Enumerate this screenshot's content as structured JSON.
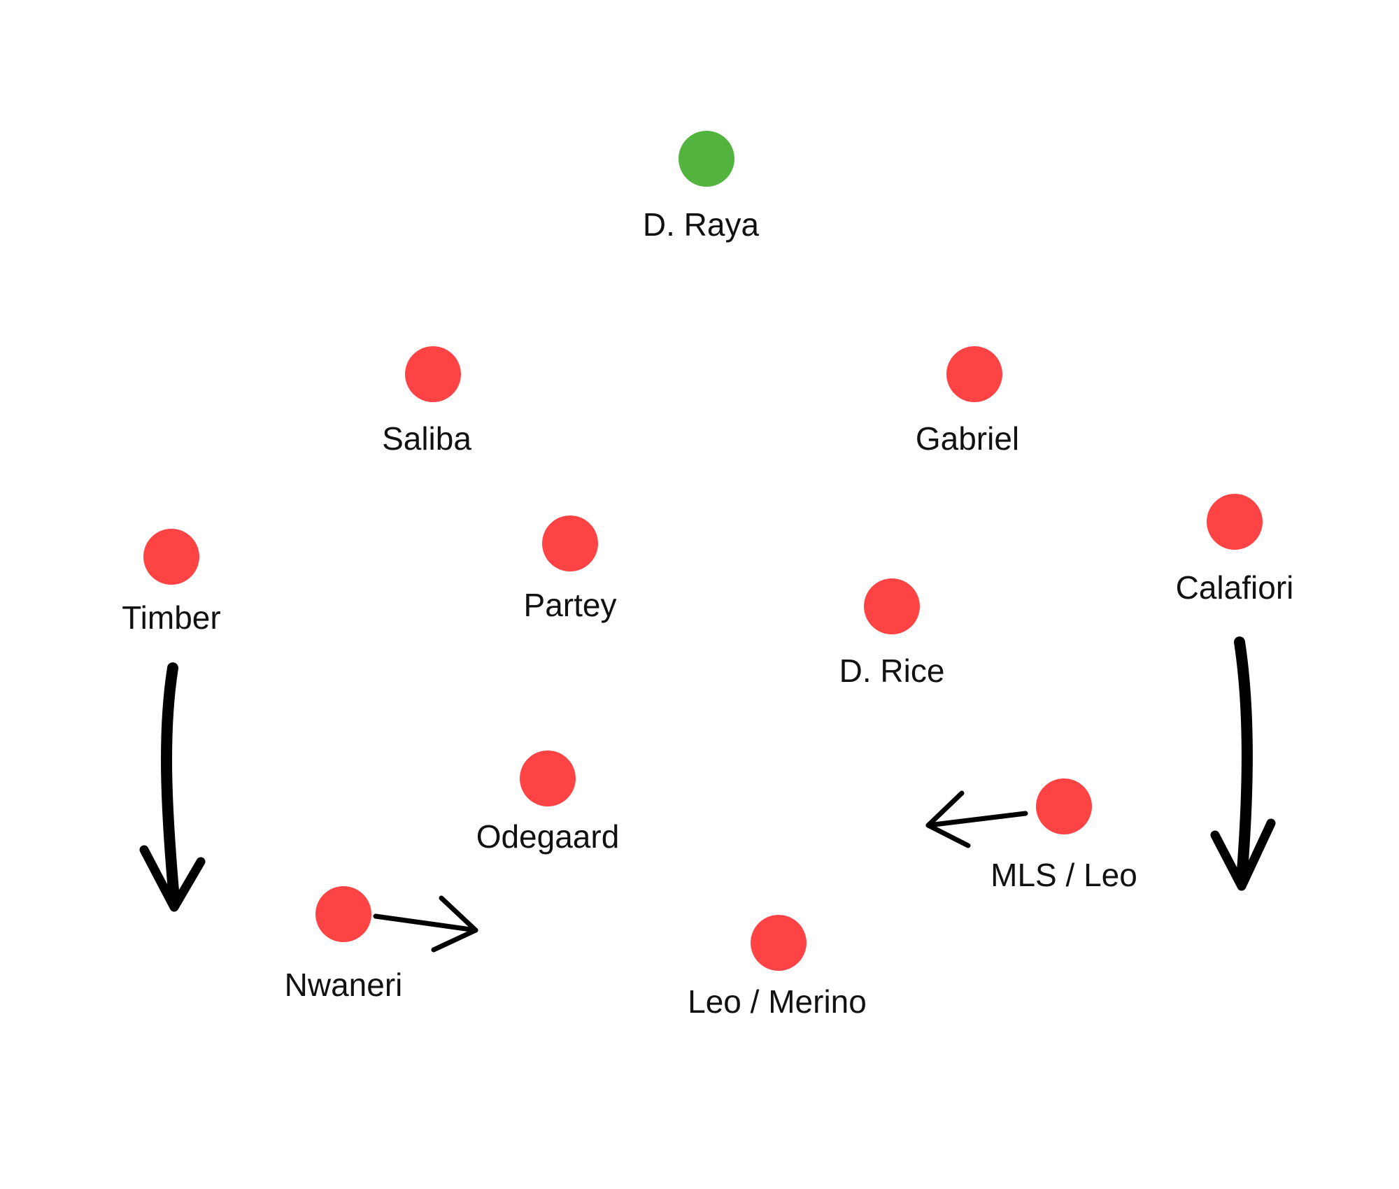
{
  "colors": {
    "goalkeeper": "#52b33f",
    "outfield": "#fe4345",
    "text": "#111111",
    "arrow": "#000000",
    "background": "#ffffff"
  },
  "players": [
    {
      "id": "raya",
      "name": "D. Raya",
      "role": "goalkeeper"
    },
    {
      "id": "saliba",
      "name": "Saliba",
      "role": "outfield"
    },
    {
      "id": "gabriel",
      "name": "Gabriel",
      "role": "outfield"
    },
    {
      "id": "timber",
      "name": "Timber",
      "role": "outfield"
    },
    {
      "id": "partey",
      "name": "Partey",
      "role": "outfield"
    },
    {
      "id": "calafiori",
      "name": "Calafiori",
      "role": "outfield"
    },
    {
      "id": "rice",
      "name": "D. Rice",
      "role": "outfield"
    },
    {
      "id": "odegaard",
      "name": "Odegaard",
      "role": "outfield"
    },
    {
      "id": "mls-leo",
      "name": "MLS / Leo",
      "role": "outfield"
    },
    {
      "id": "nwaneri",
      "name": "Nwaneri",
      "role": "outfield"
    },
    {
      "id": "leo-merino",
      "name": "Leo / Merino",
      "role": "outfield"
    }
  ],
  "movements": [
    {
      "id": "timber-run",
      "player": "timber",
      "direction": "down",
      "style": "brush"
    },
    {
      "id": "calafiori-run",
      "player": "calafiori",
      "direction": "down",
      "style": "brush"
    },
    {
      "id": "nwaneri-move",
      "player": "nwaneri",
      "direction": "right",
      "style": "line"
    },
    {
      "id": "mls-leo-move",
      "player": "mls-leo",
      "direction": "left",
      "style": "line"
    }
  ]
}
